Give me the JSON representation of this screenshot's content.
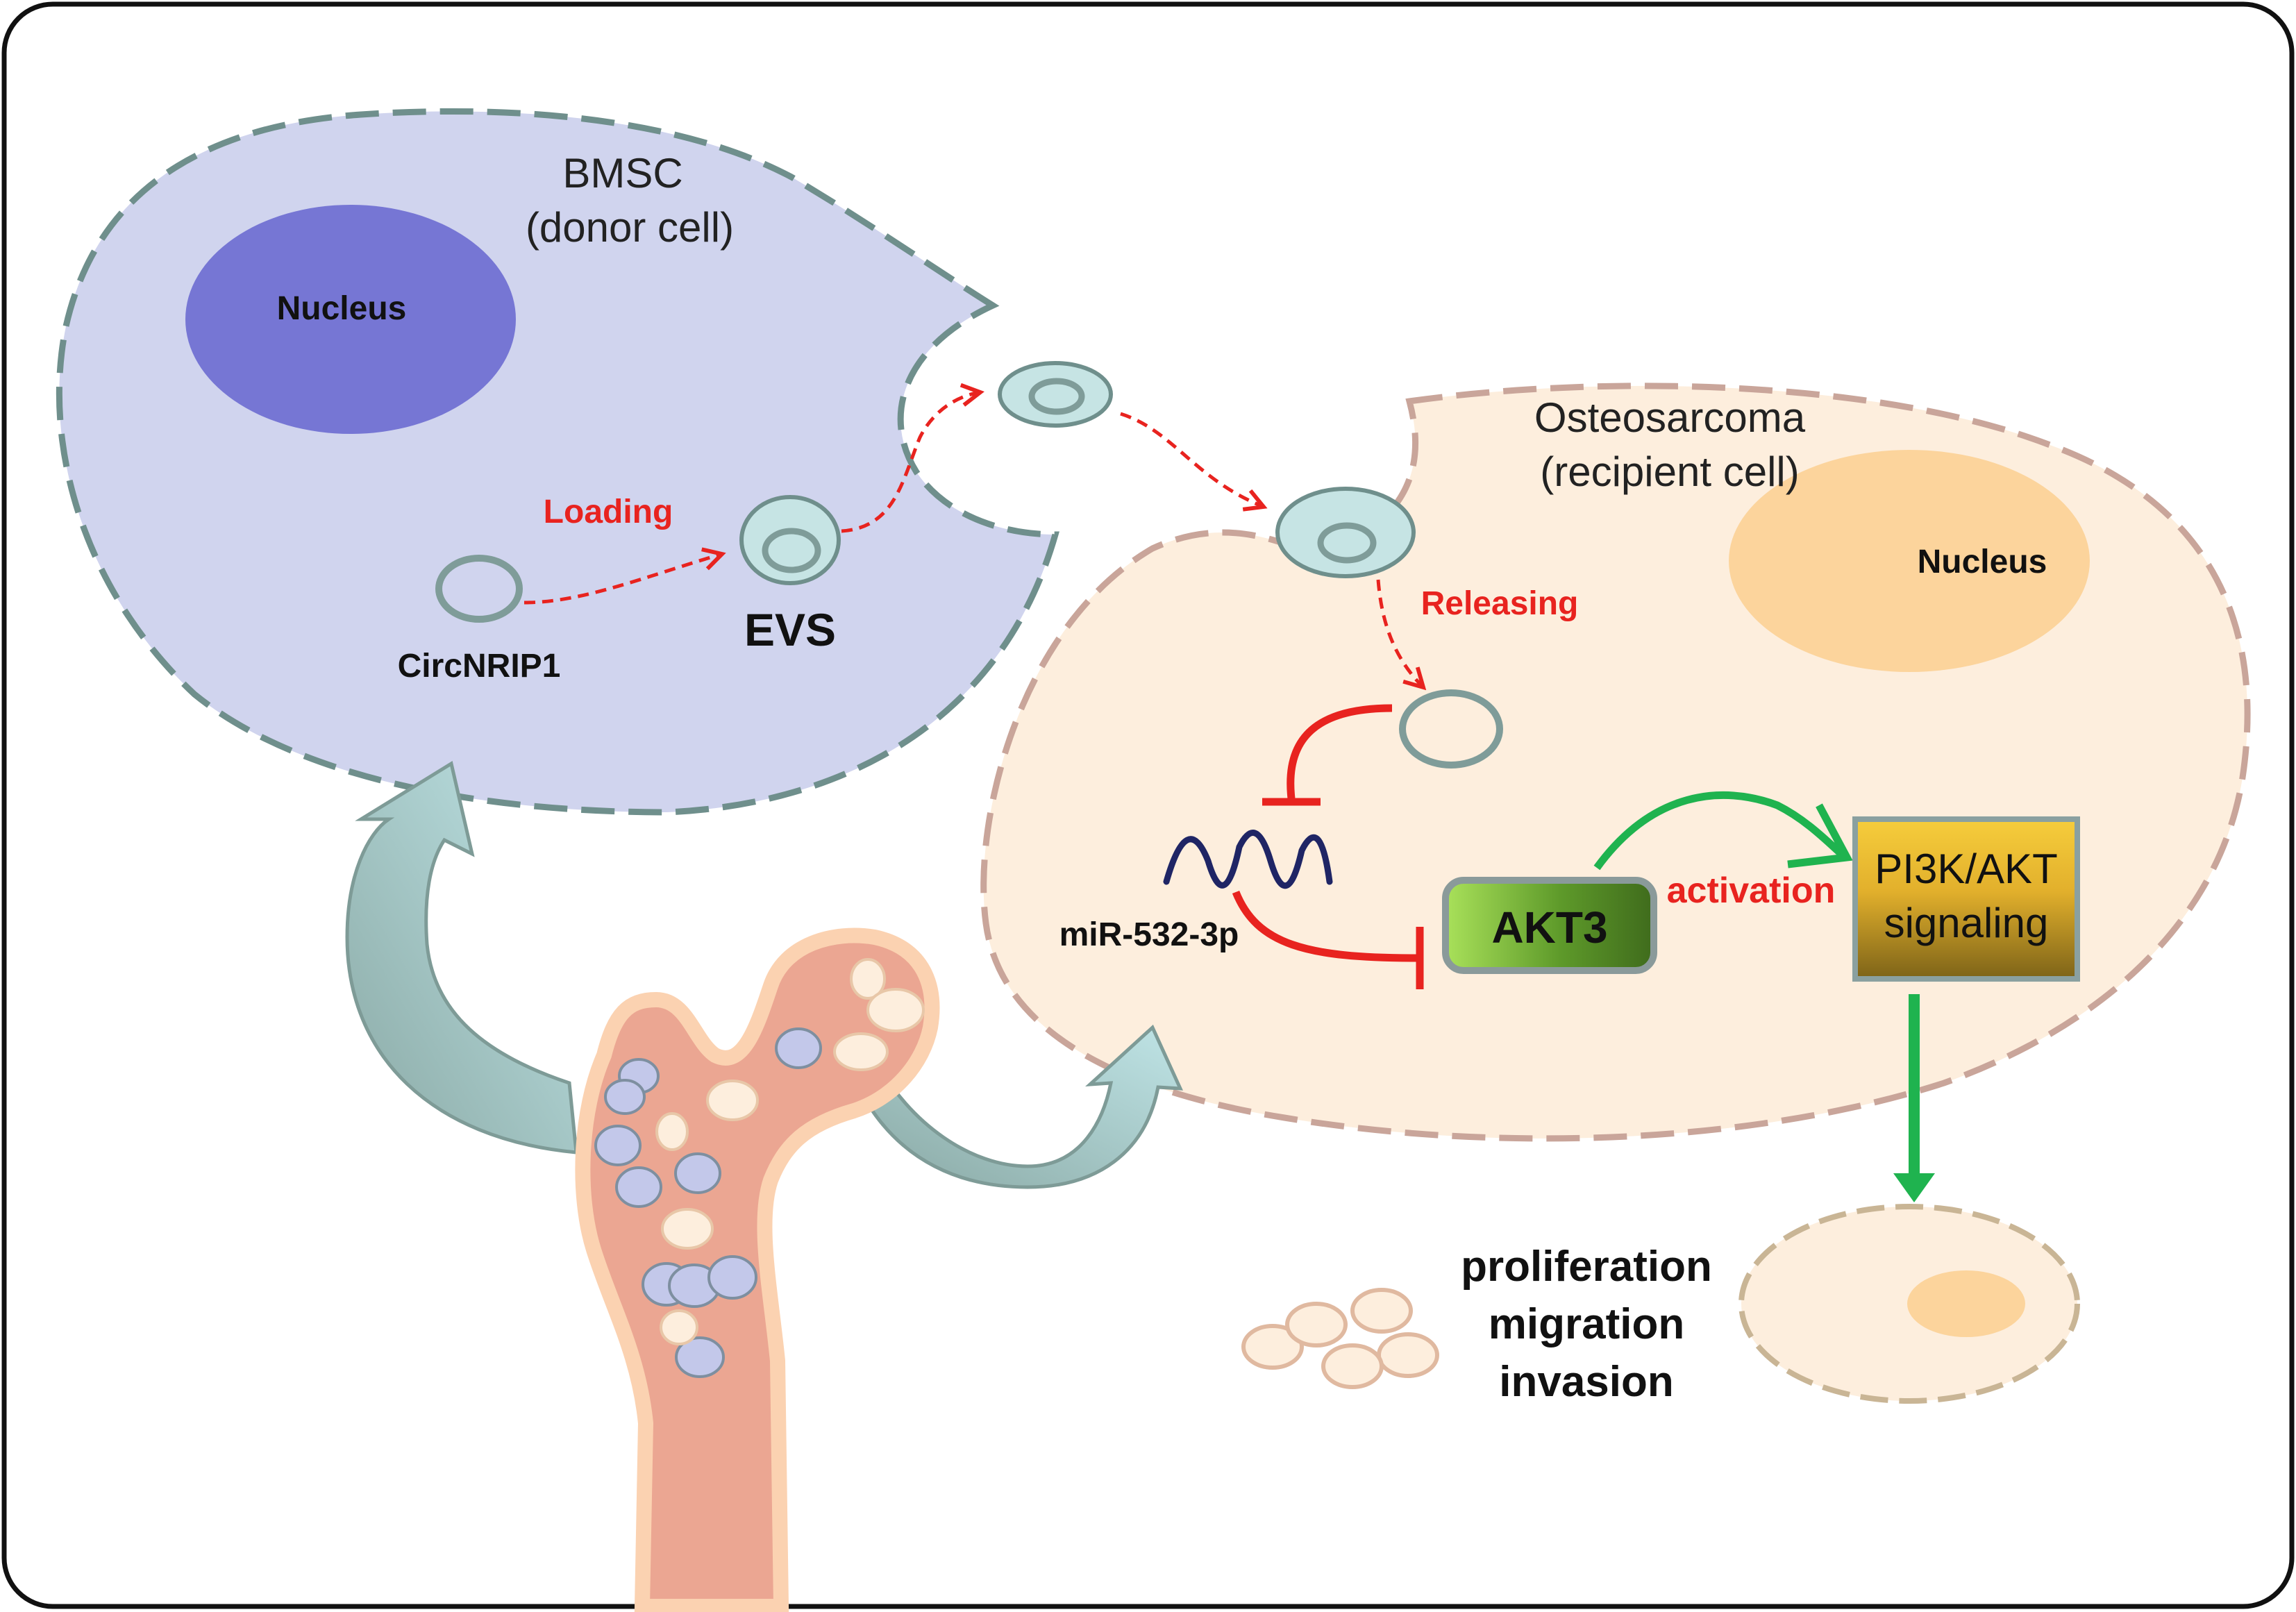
{
  "diagram": {
    "donor_cell": {
      "title_line1": "BMSC",
      "title_line2": "(donor cell)",
      "nucleus_label": "Nucleus",
      "circrna_label": "CircNRIP1",
      "loading_label": "Loading",
      "evs_label": "EVS"
    },
    "recipient_cell": {
      "title_line1": "Osteosarcoma",
      "title_line2": "(recipient cell)",
      "nucleus_label": "Nucleus",
      "releasing_label": "Releasing",
      "mirna_label": "miR-532-3p",
      "akt3_label": "AKT3",
      "activation_label": "activation",
      "pathway_line1": "PI3K/AKT",
      "pathway_line2": "signaling"
    },
    "outcomes": [
      "proliferation",
      "migration",
      "invasion"
    ],
    "colors": {
      "donor_fill": "#d0d4ee",
      "donor_border": "#6f8f8c",
      "donor_nucleus": "#7676d4",
      "recipient_fill": "#fdeedd",
      "recipient_border": "#c9a59a",
      "recipient_nucleus": "#fcd49c",
      "vesicle_fill": "#c6e4e4",
      "vesicle_border": "#6f8f8c",
      "inhibit_red": "#e8231f",
      "activate_green": "#1fb34f",
      "bone": "#eba692",
      "bone_edge": "#fbd2b1",
      "transfer_arrow": "#a8cfcf"
    }
  }
}
